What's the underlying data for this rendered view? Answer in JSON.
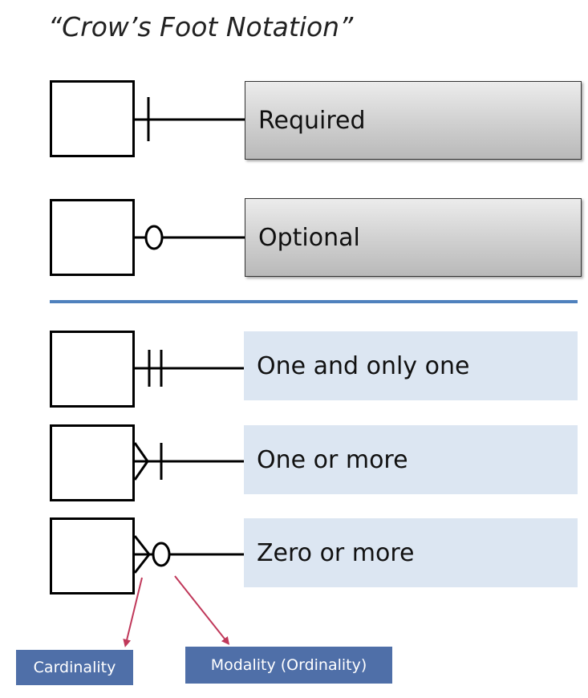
{
  "title": "“Crow’s Foot Notation”",
  "rows": [
    {
      "label": "Required",
      "symbol": "one"
    },
    {
      "label": "Optional",
      "symbol": "zero"
    },
    {
      "label": "One and only one",
      "symbol": "one-and-only-one"
    },
    {
      "label": "One or more",
      "symbol": "one-or-more"
    },
    {
      "label": "Zero or more",
      "symbol": "zero-or-more"
    }
  ],
  "callouts": {
    "cardinality": "Cardinality",
    "modality": "Modality (Ordinality)"
  },
  "colors": {
    "divider": "#4f81bd",
    "blue_box": "#dce6f2",
    "callout_bg": "#4f6fa8",
    "callout_text": "#ffffff",
    "arrow": "#c0385a",
    "line": "#000000"
  }
}
